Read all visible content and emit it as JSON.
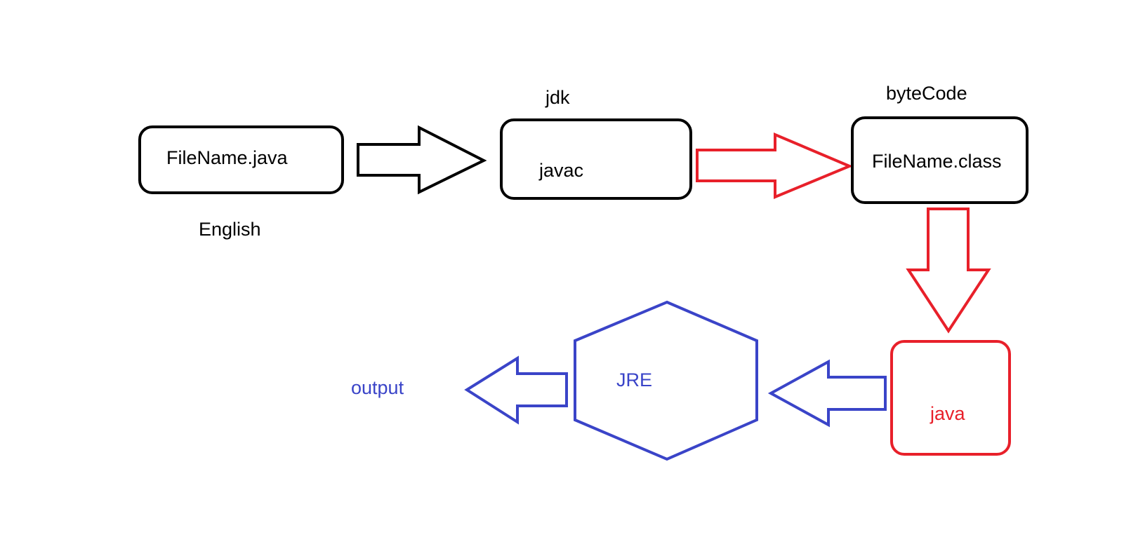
{
  "colors": {
    "black": "#000000",
    "red": "#e8202a",
    "blue": "#3a44c8",
    "background": "#ffffff"
  },
  "source_box": {
    "label": "FileName.java",
    "caption": "English"
  },
  "compiler_box": {
    "heading": "jdk",
    "label": "javac"
  },
  "bytecode_box": {
    "heading": "byteCode",
    "label": "FileName.class"
  },
  "run_box": {
    "label": "java"
  },
  "jre": {
    "label": "JRE"
  },
  "output": {
    "label": "output"
  }
}
